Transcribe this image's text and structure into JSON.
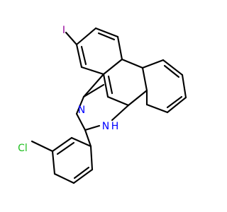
{
  "molecule": {
    "labels": {
      "iodine": "I",
      "imidazole_n": "N",
      "imidazole_nh": "N",
      "imidazole_h": "H",
      "chlorine": "Cl"
    },
    "colors": {
      "bond": "#000000",
      "iodine": "#94009a",
      "nitrogen": "#0000ff",
      "hydrogen": "#0000ff",
      "chlorine": "#1fbf1f"
    }
  }
}
